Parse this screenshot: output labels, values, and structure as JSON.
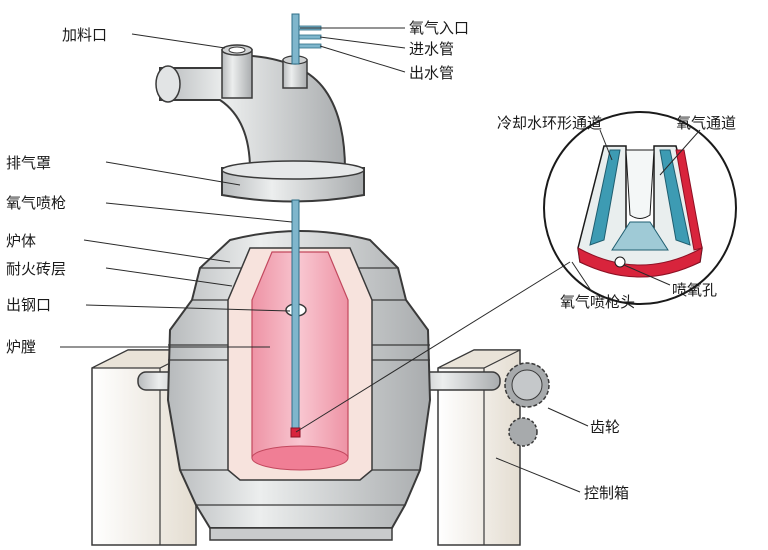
{
  "labels": {
    "feed_port": "加料口",
    "oxygen_inlet": "氧气入口",
    "water_in": "进水管",
    "water_out": "出水管",
    "exhaust_hood": "排气罩",
    "oxygen_lance": "氧气喷枪",
    "furnace_body": "炉体",
    "refractory_layer": "耐火砖层",
    "tap_hole": "出钢口",
    "furnace_chamber": "炉膛",
    "cooling_channel": "冷却水环形通道",
    "oxygen_channel": "氧气通道",
    "oxygen_hole": "喷氧孔",
    "lance_head": "氧气喷枪头",
    "gear": "齿轮",
    "control_box": "控制箱"
  },
  "colors": {
    "metal": "#d8dadb",
    "metal_dark": "#a9acae",
    "outline": "#3a3a3a",
    "refractory": "#f7e3dd",
    "chamber": "#f2a6b4",
    "chamber_light": "#f8c6d0",
    "lance": "#7fb6cc",
    "lance_tip": "#d8243c",
    "cooling": "#2b8fa8",
    "support": "#f1ece3"
  }
}
